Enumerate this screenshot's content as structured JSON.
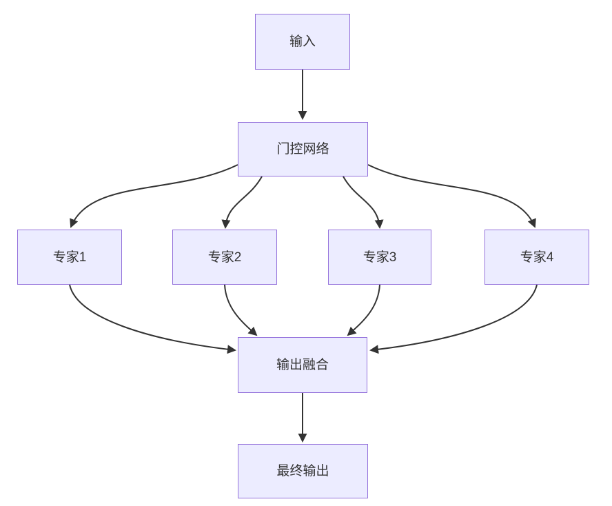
{
  "diagram": {
    "type": "flowchart",
    "background": "#ffffff",
    "colors": {
      "node_fill": "#ECECFF",
      "node_border": "#9370DB",
      "edge_stroke": "#333333",
      "node_text": "#333333"
    },
    "nodes": [
      {
        "id": "input",
        "label": "输入"
      },
      {
        "id": "gating",
        "label": "门控网络"
      },
      {
        "id": "expert1",
        "label": "专家1"
      },
      {
        "id": "expert2",
        "label": "专家2"
      },
      {
        "id": "expert3",
        "label": "专家3"
      },
      {
        "id": "expert4",
        "label": "专家4"
      },
      {
        "id": "fusion",
        "label": "输出融合"
      },
      {
        "id": "final",
        "label": "最终输出"
      }
    ],
    "edges": [
      {
        "from": "input",
        "to": "gating"
      },
      {
        "from": "gating",
        "to": "expert1"
      },
      {
        "from": "gating",
        "to": "expert2"
      },
      {
        "from": "gating",
        "to": "expert3"
      },
      {
        "from": "gating",
        "to": "expert4"
      },
      {
        "from": "expert1",
        "to": "fusion"
      },
      {
        "from": "expert2",
        "to": "fusion"
      },
      {
        "from": "expert3",
        "to": "fusion"
      },
      {
        "from": "expert4",
        "to": "fusion"
      },
      {
        "from": "fusion",
        "to": "final"
      }
    ]
  }
}
